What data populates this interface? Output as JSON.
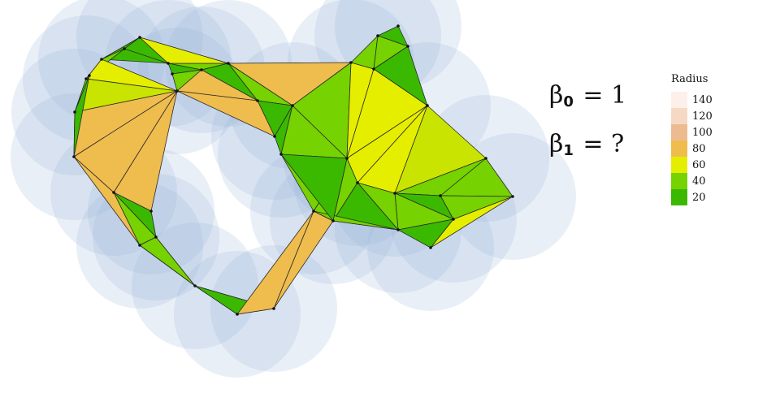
{
  "betti": [
    {
      "symbol": "β",
      "sub": "0",
      "rest": "= 1"
    },
    {
      "symbol": "β",
      "sub": "1",
      "rest": "= ?"
    }
  ],
  "legend": {
    "title": "Radius",
    "entries": [
      {
        "label": "140",
        "color": "#fdf0ea"
      },
      {
        "label": "120",
        "color": "#f6d9c5"
      },
      {
        "label": "100",
        "color": "#ecbc90"
      },
      {
        "label": "80",
        "color": "#efbc4e"
      },
      {
        "label": "60",
        "color": "#e6ee00"
      },
      {
        "label": "40",
        "color": "#76d200"
      },
      {
        "label": "20",
        "color": "#3ab900"
      }
    ]
  },
  "colors": {
    "disk_fill": "#9bb7d9",
    "edge": "#2a2a2a",
    "vertex": "#111111"
  }
}
